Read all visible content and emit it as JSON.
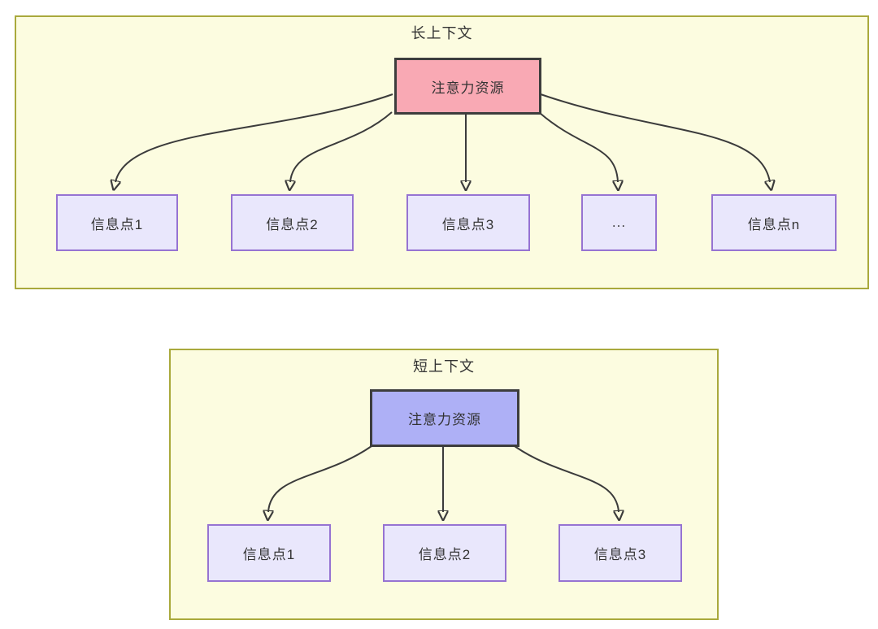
{
  "diagram": {
    "long": {
      "title": "长上下文",
      "attention_label": "注意力资源",
      "nodes": [
        "信息点1",
        "信息点2",
        "信息点3",
        "...",
        "信息点n"
      ]
    },
    "short": {
      "title": "短上下文",
      "attention_label": "注意力资源",
      "nodes": [
        "信息点1",
        "信息点2",
        "信息点3"
      ]
    },
    "colors": {
      "panel_fill": "#fcfce0",
      "panel_border": "#a9a93c",
      "long_attention_fill": "#f9a9b4",
      "short_attention_fill": "#aeb0f6",
      "attention_border": "#3d3d3d",
      "info_node_fill": "#e9e7fc",
      "info_node_border": "#9673d2",
      "arrow": "#3b3b3b",
      "text": "#333333"
    }
  }
}
